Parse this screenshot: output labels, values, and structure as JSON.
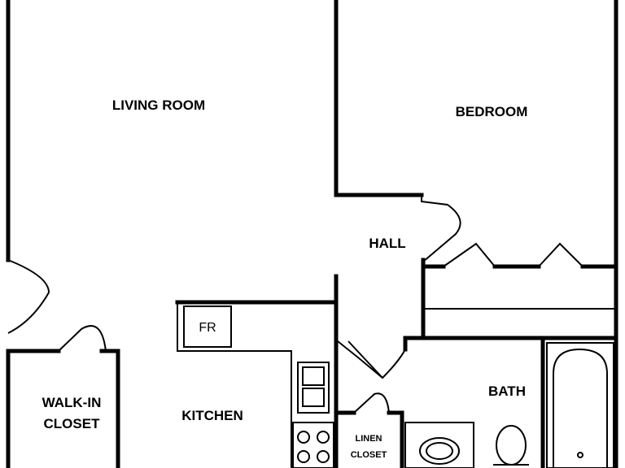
{
  "rooms": {
    "living_room": "LIVING ROOM",
    "bedroom": "BEDROOM",
    "hall": "HALL",
    "kitchen": "KITCHEN",
    "walk_in_closet_line1": "WALK-IN",
    "walk_in_closet_line2": "CLOSET",
    "bath": "BATH",
    "linen_closet_line1": "LINEN",
    "linen_closet_line2": "CLOSET"
  },
  "fixtures": {
    "refrigerator": "FR"
  },
  "colors": {
    "line": "#000000",
    "background": "#ffffff"
  }
}
